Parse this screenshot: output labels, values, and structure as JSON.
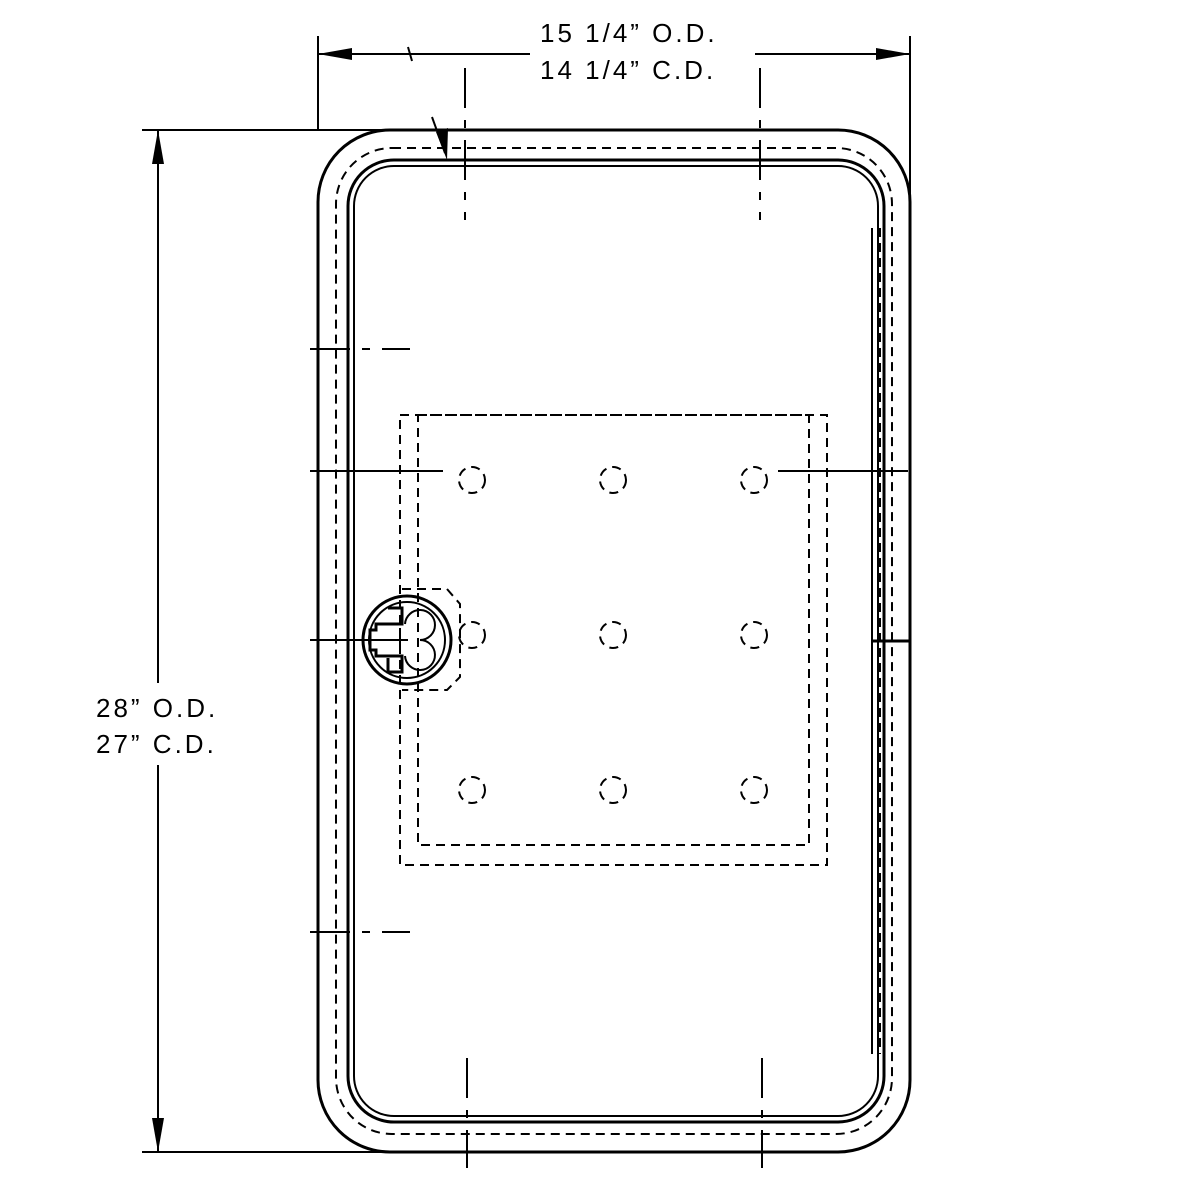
{
  "dimensions": {
    "width_od": "15 1/4” O.D.",
    "width_cd": "14 1/4” C.D.",
    "height_od": "28” O.D.",
    "height_cd": "27” C.D."
  },
  "mounting_holes": {
    "rows": 3,
    "columns": 3
  },
  "colors": {
    "ink": "#000000",
    "paper": "#ffffff"
  }
}
